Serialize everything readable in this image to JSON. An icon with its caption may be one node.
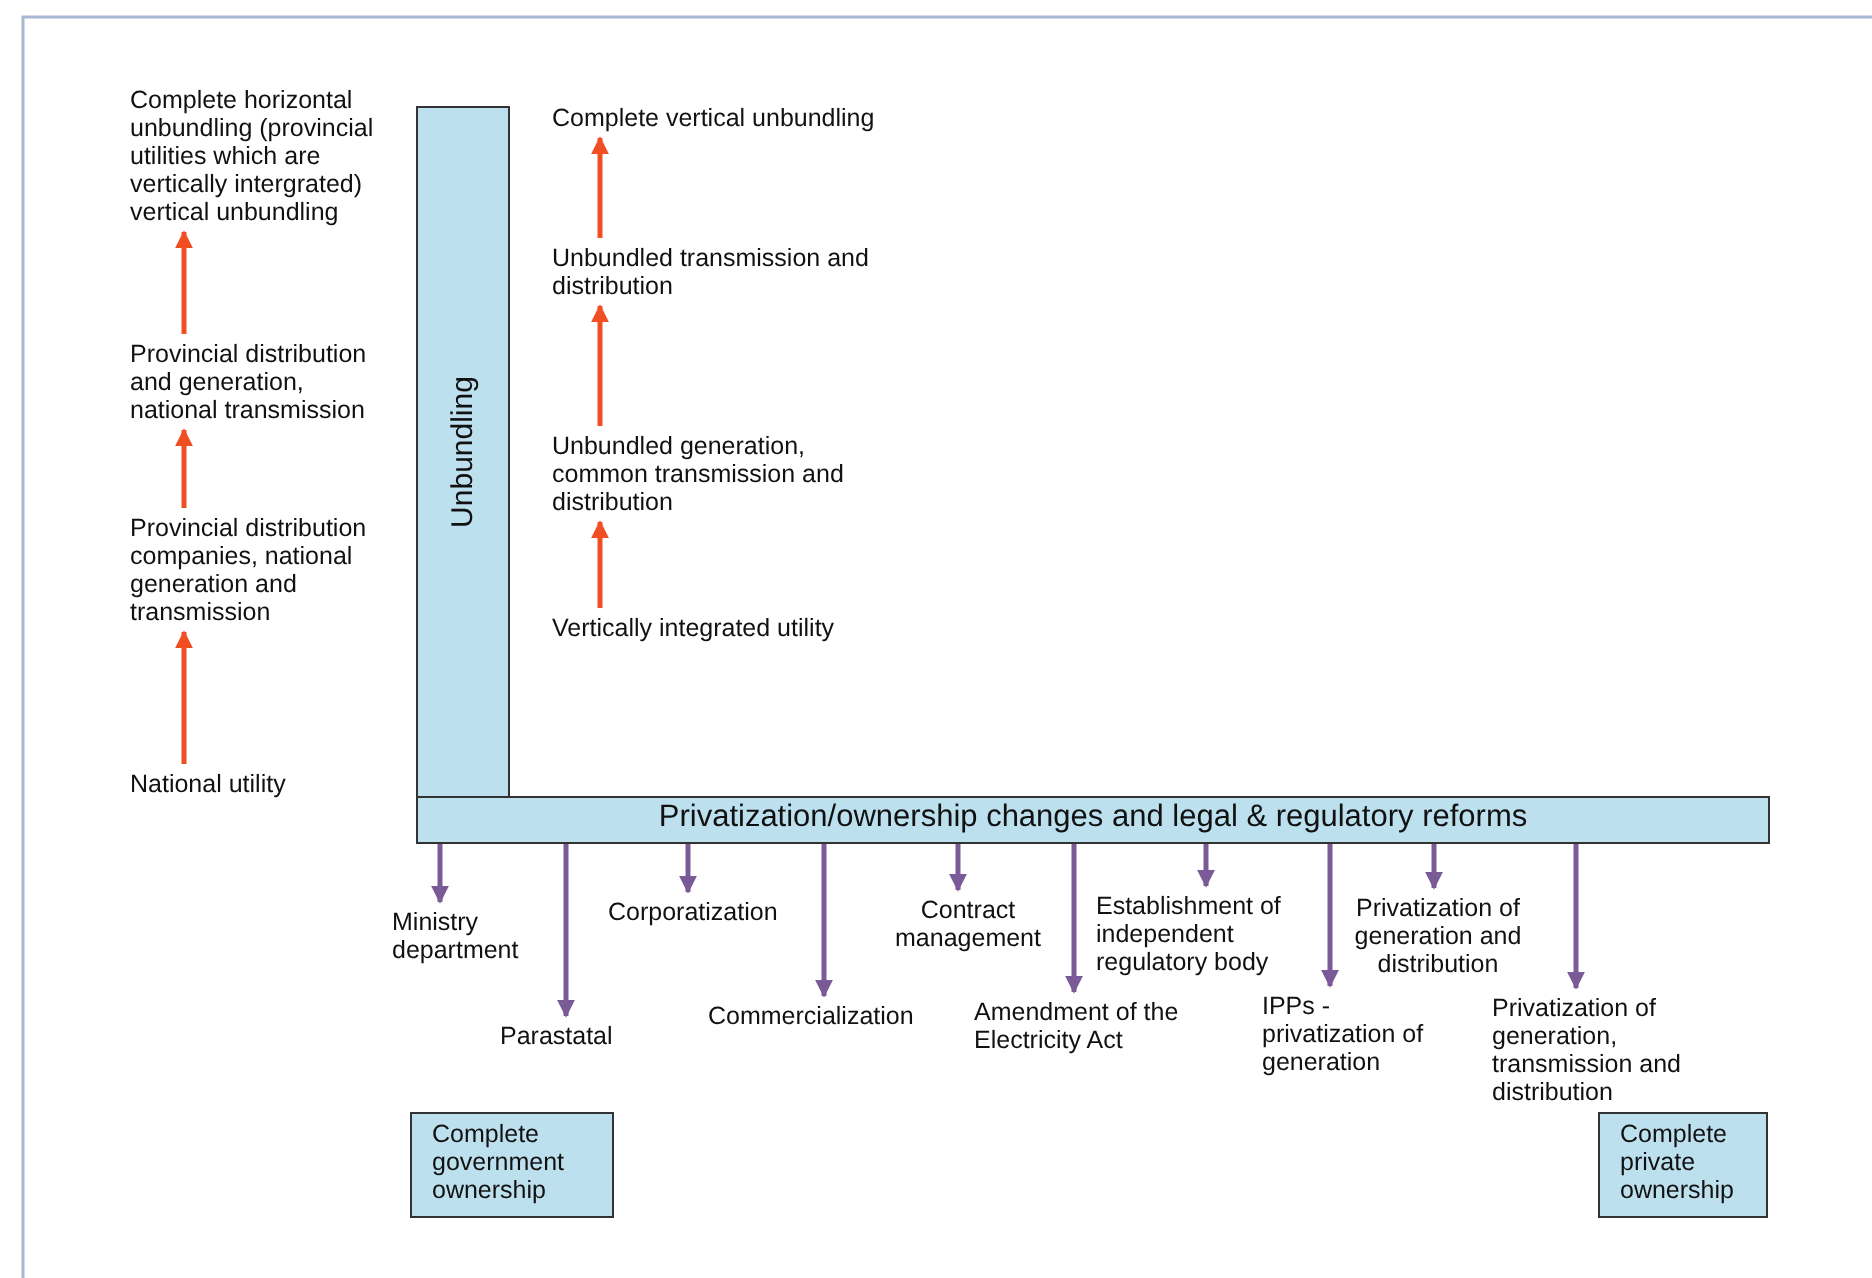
{
  "diagram": {
    "nodes": [
      {
        "text": [
          "Unbundling"
        ]
      },
      {
        "text": [
          "Privatization/ownership changes and legal & regulatory reforms"
        ]
      },
      {
        "text": [
          "National utility"
        ]
      },
      {
        "text": [
          "Provincial distribution companies, national generation and transmission"
        ]
      },
      {
        "text": [
          "Provincial distribution and generation, national transmission"
        ]
      },
      {
        "text": [
          "Complete horizontal unbundling (provincial utilities which are vertically intergrated) vertical unbundling"
        ]
      },
      {
        "text": [
          "Vertically integrated utility"
        ]
      },
      {
        "text": [
          "Unbundled generation, common transmission and distribution"
        ]
      },
      {
        "text": [
          "Unbundled transmission and distribution"
        ]
      },
      {
        "text": [
          "Complete vertical unbundling"
        ]
      },
      {
        "text": [
          "Ministry department"
        ]
      },
      {
        "text": [
          "Parastatal"
        ]
      },
      {
        "text": [
          "Corporatization"
        ]
      },
      {
        "text": [
          "Commercialization"
        ]
      },
      {
        "text": [
          "Contract management"
        ]
      },
      {
        "text": [
          "Amendment of the Electricity Act"
        ]
      },
      {
        "text": [
          "Establishment of independent regulatory body"
        ]
      },
      {
        "text": [
          "IPPs - privatization of generation"
        ]
      },
      {
        "text": [
          "Privatization of generation and distribution"
        ]
      },
      {
        "text": [
          "Privatization of generation, transmission and distribution"
        ]
      },
      {
        "text": [
          "Complete government ownership"
        ]
      },
      {
        "text": [
          "Complete private ownership"
        ]
      }
    ],
    "edges": [
      {
        "from": 2,
        "to": 3,
        "arrow": "to",
        "color": "#f04e23"
      },
      {
        "from": 3,
        "to": 4,
        "arrow": "to",
        "color": "#f04e23"
      },
      {
        "from": 4,
        "to": 5,
        "arrow": "to",
        "color": "#f04e23"
      },
      {
        "from": 6,
        "to": 7,
        "arrow": "to",
        "color": "#f04e23"
      },
      {
        "from": 7,
        "to": 8,
        "arrow": "to",
        "color": "#f04e23"
      },
      {
        "from": 8,
        "to": 9,
        "arrow": "to",
        "color": "#f04e23"
      },
      {
        "from": 1,
        "to": 10,
        "arrow": "to"
      },
      {
        "from": 1,
        "to": 11,
        "arrow": "to"
      },
      {
        "from": 1,
        "to": 12,
        "arrow": "to"
      },
      {
        "from": 1,
        "to": 13,
        "arrow": "to"
      },
      {
        "from": 1,
        "to": 14,
        "arrow": "to"
      },
      {
        "from": 1,
        "to": 15,
        "arrow": "to"
      },
      {
        "from": 1,
        "to": 16,
        "arrow": "to"
      },
      {
        "from": 1,
        "to": 17,
        "arrow": "to"
      },
      {
        "from": 1,
        "to": 18,
        "arrow": "to"
      },
      {
        "from": 1,
        "to": 19,
        "arrow": "to"
      }
    ]
  }
}
